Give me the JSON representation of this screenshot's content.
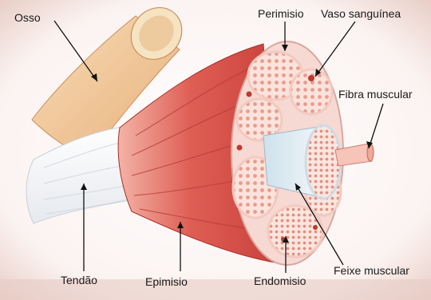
{
  "diagram": {
    "labels": {
      "osso": "Osso",
      "perimisio": "Perimisio",
      "vaso_sanguineo": "Vaso sanguínea",
      "fibra_muscular": "Fibra muscular",
      "tendao": "Tendão",
      "epimisio": "Epimisio",
      "endomisio": "Endomisio",
      "feixe_muscular": "Feixe muscular"
    },
    "colors": {
      "background": "#f4e8e4",
      "muscle": "#d9534f",
      "muscle_dark": "#b8322d",
      "tendon": "#f7f7f7",
      "bone": "#f2c99a",
      "fascicle": "#f8d7cf",
      "nerve_core": "#e6f0f6",
      "vessel": "#c0392b"
    }
  }
}
